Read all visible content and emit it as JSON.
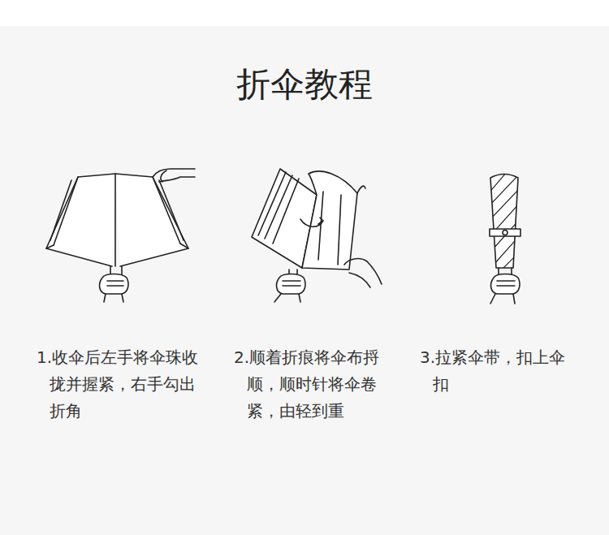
{
  "diagram": {
    "title": "折伞教程",
    "labels": [
      "1.收伞后左手将伞珠收拢并握紧，右手勾出折角",
      "2.顺着折痕将伞布捋顺，顺时针将伞卷紧，由轻到重",
      "3.拉紧伞带，扣上伞扣"
    ]
  }
}
